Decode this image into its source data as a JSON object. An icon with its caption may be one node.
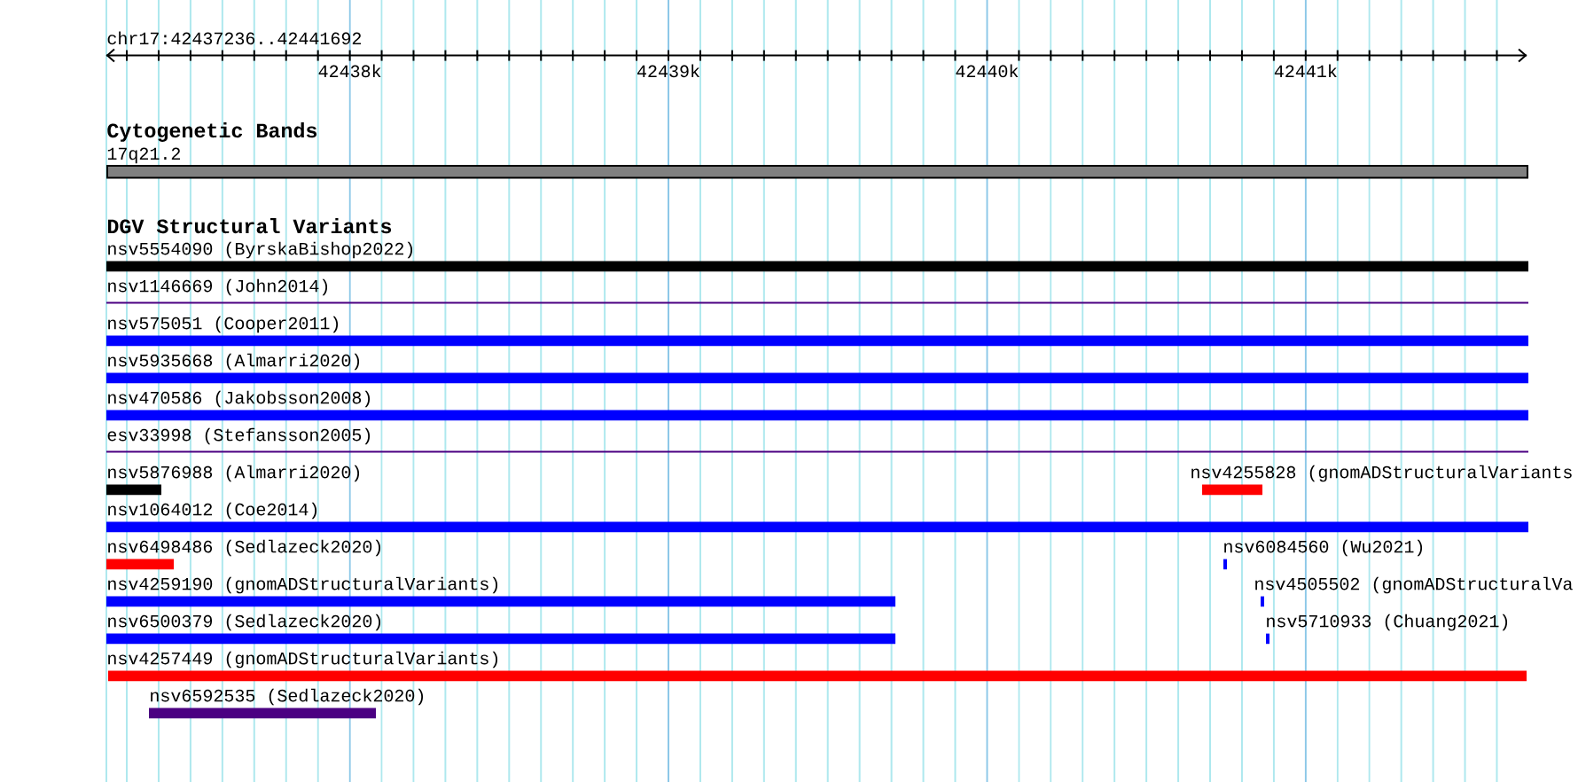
{
  "diagram": {
    "nodes": [
      {
        "text": [
          "17q21.2"
        ]
      },
      {
        "text": [
          "nsv5554090 (ByrskaBishop2022)"
        ]
      },
      {
        "text": [
          "nsv1146669 (John2014)"
        ]
      },
      {
        "text": [
          "nsv575051 (Cooper2011)"
        ]
      },
      {
        "text": [
          "nsv5935668 (Almarri2020)"
        ]
      },
      {
        "text": [
          "nsv470586 (Jakobsson2008)"
        ]
      },
      {
        "text": [
          "esv33998 (Stefansson2005)"
        ]
      },
      {
        "text": [
          "nsv5876988 (Almarri2020)"
        ]
      },
      {
        "text": [
          "nsv4255828 (gnomADStructuralVariants"
        ]
      },
      {
        "text": [
          "nsv1064012 (Coe2014)"
        ]
      },
      {
        "text": [
          "nsv6498486 (Sedlazeck2020)"
        ]
      },
      {
        "text": [
          "nsv6084560 (Wu2021)"
        ]
      },
      {
        "text": [
          "nsv4259190 (gnomADStructuralVariants)"
        ]
      },
      {
        "text": [
          "nsv4505502 (gnomADStructuralVa"
        ]
      },
      {
        "text": [
          "nsv6500379 (Sedlazeck2020)"
        ]
      },
      {
        "text": [
          "nsv5710933 (Chuang2021)"
        ]
      },
      {
        "text": [
          "nsv4257449 (gnomADStructuralVariants)"
        ]
      },
      {
        "text": [
          "nsv6592535 (Sedlazeck2020)"
        ]
      }
    ],
    "labels": [
      "chr17:42437236..42441692",
      "42438k",
      "42439k",
      "42440k",
      "42441k",
      "Cytogenetic Bands",
      "DGV Structural Variants"
    ]
  }
}
